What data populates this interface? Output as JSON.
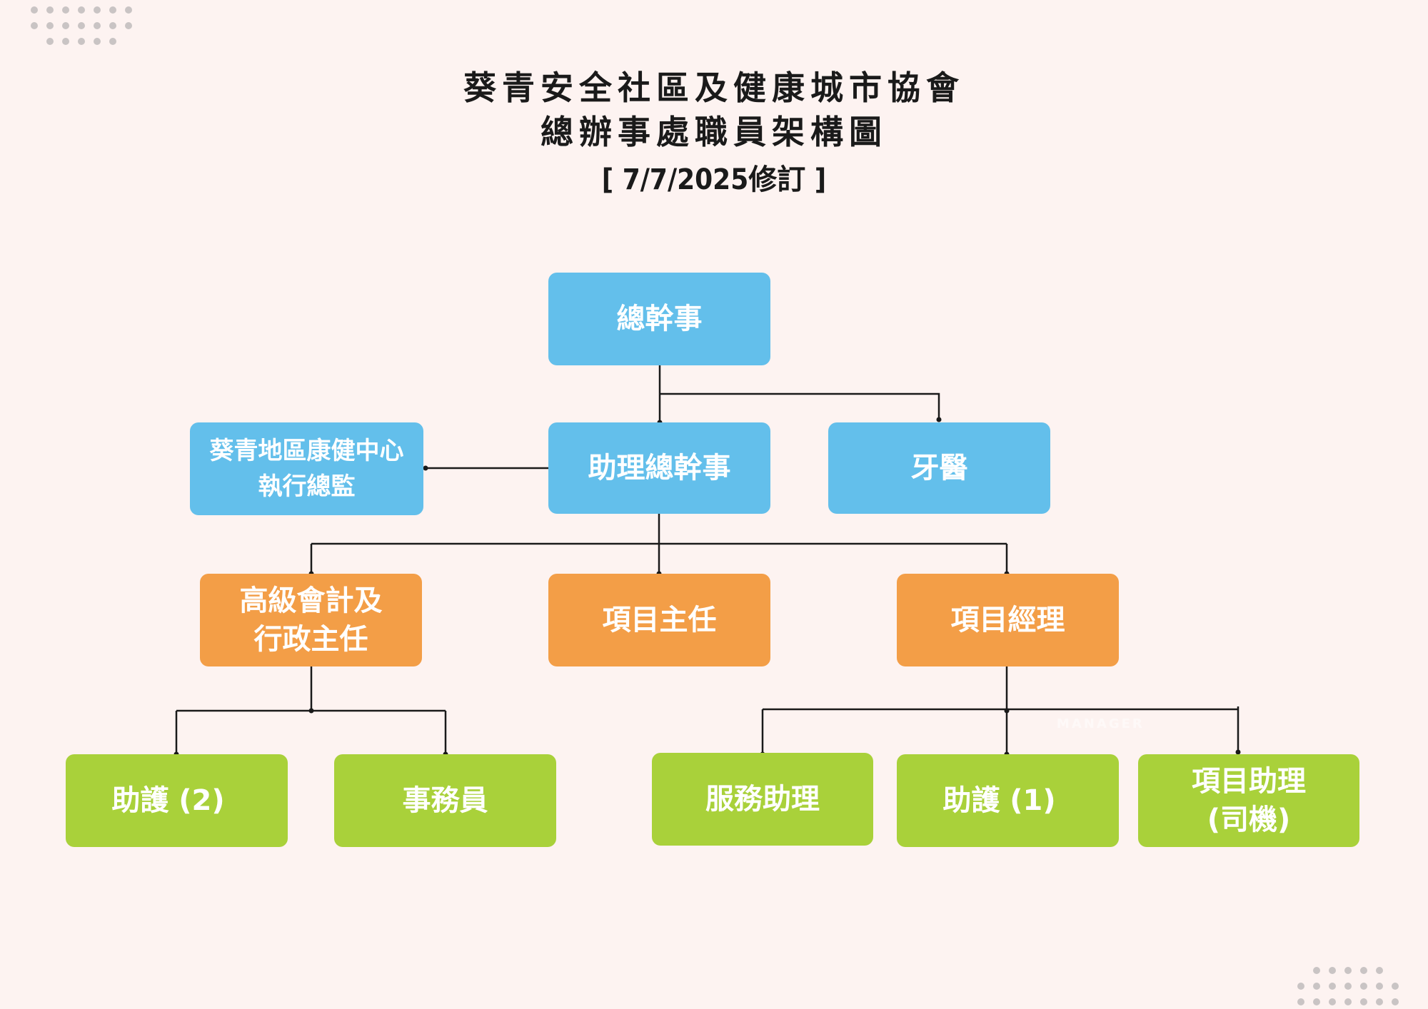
{
  "header": {
    "title_line1": "葵青安全社區及健康城市協會",
    "title_line2": "總辦事處職員架構圖",
    "revision": "[ 7/7/2025修訂 ]"
  },
  "colors": {
    "background": "#fdf3f1",
    "level_blue": "#63bfeb",
    "level_orange": "#f39e47",
    "level_green": "#a9d13a",
    "connector": "#1a1a1a",
    "dots": "#c9c4c4"
  },
  "nodes": {
    "general_secretary": "總幹事",
    "assistant_general_secretary": "助理總幹事",
    "health_centre_director": "葵青地區康健中心\n執行總監",
    "dentist": "牙醫",
    "senior_accountant_admin": "高級會計及\n行政主任",
    "project_officer": "項目主任",
    "project_manager": "項目經理",
    "nurse_assistant_2": "助護 (2)",
    "clerk": "事務員",
    "service_assistant": "服務助理",
    "nurse_assistant_1": "助護 (1)",
    "project_assistant_driver": "項目助理\n(司機)"
  },
  "watermark": "MANAGER"
}
